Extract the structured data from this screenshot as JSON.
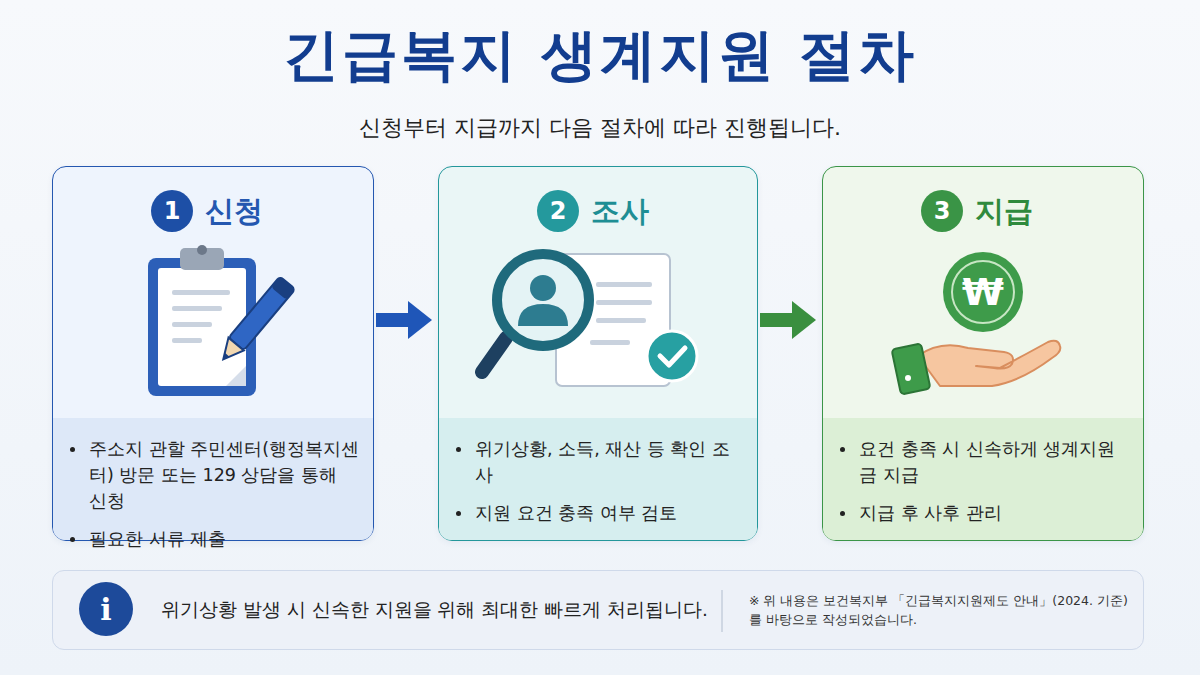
{
  "diagram": {
    "title": "긴급복지 생계지원 절차",
    "nodes": [
      {
        "text": [
          "신청"
        ]
      },
      {
        "text": [
          "1"
        ],
        "in": 0
      },
      {
        "text": [
          "주소지 관할 주민센터(행정복지센터) 방문 또는 129 상담을 통해 신청",
          "필요한 서류 제출"
        ],
        "in": 0
      },
      {
        "text": [
          "조사"
        ]
      },
      {
        "text": [
          "2"
        ],
        "in": 3
      },
      {
        "text": [
          "위기상황, 소득, 재산 등 확인 조사",
          "지원 요건 충족 여부 검토"
        ],
        "in": 3
      },
      {
        "text": [
          "지급"
        ]
      },
      {
        "text": [
          "3"
        ],
        "in": 6
      },
      {
        "text": [
          "요건 충족 시 신속하게 생계지원금 지급",
          "지급 후 사후 관리"
        ],
        "in": 6
      },
      {
        "text": [
          "위기상황 발생 시 신속한 지원을 위해 최대한 빠르게 처리됩니다.",
          "※ 위 내용은 보건복지부 「긴급복지지원제도 안내」(2024. 기준)를 바탕으로 작성되었습니다."
        ]
      },
      {
        "text": [
          "i"
        ],
        "in": 9
      }
    ],
    "edges": [
      {
        "from": 0,
        "to": 3,
        "arrow": "to"
      },
      {
        "from": 3,
        "to": 6,
        "arrow": "to"
      }
    ],
    "labels": [
      "신청부터 지급까지 다음 절차에 따라 진행됩니다.",
      "₩"
    ]
  }
}
